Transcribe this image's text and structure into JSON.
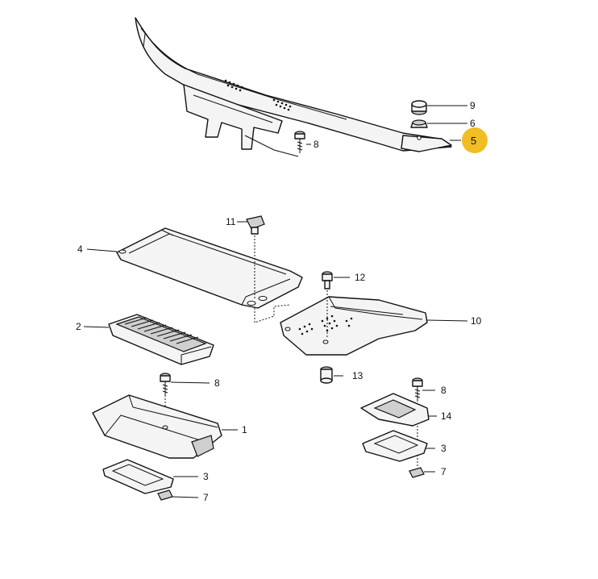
{
  "callouts": [
    {
      "id": "9",
      "text": "9"
    },
    {
      "id": "6",
      "text": "6"
    },
    {
      "id": "5",
      "text": "5"
    },
    {
      "id": "8a",
      "text": "8"
    },
    {
      "id": "11",
      "text": "11"
    },
    {
      "id": "4",
      "text": "4"
    },
    {
      "id": "12",
      "text": "12"
    },
    {
      "id": "10",
      "text": "10"
    },
    {
      "id": "2",
      "text": "2"
    },
    {
      "id": "13",
      "text": "13"
    },
    {
      "id": "8b",
      "text": "8"
    },
    {
      "id": "1",
      "text": "1"
    },
    {
      "id": "3a",
      "text": "3"
    },
    {
      "id": "7a",
      "text": "7"
    },
    {
      "id": "8c",
      "text": "8"
    },
    {
      "id": "14",
      "text": "14"
    },
    {
      "id": "3b",
      "text": "3"
    },
    {
      "id": "7b",
      "text": "7"
    }
  ],
  "highlight": {
    "label": "5",
    "color": "#f0bd22"
  }
}
